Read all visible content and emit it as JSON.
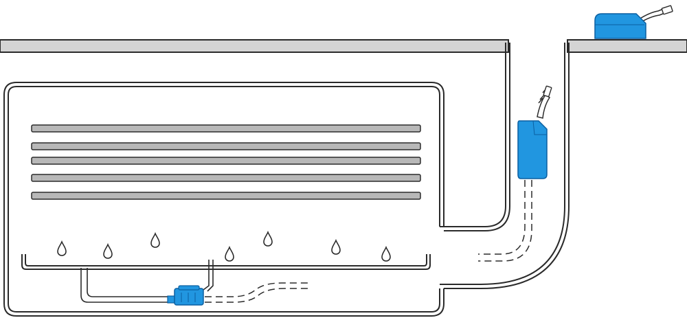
{
  "diagram": {
    "kind": "air-conditioner condensate drain pump installation",
    "labels": [],
    "components": [
      {
        "id": "ceiling-slab",
        "icon": "ceiling-slab"
      },
      {
        "id": "indoor-unit-casing",
        "icon": "cassette-unit"
      },
      {
        "id": "evaporator-coil-fins",
        "count": 5
      },
      {
        "id": "condensate-tray",
        "icon": "drip-tray"
      },
      {
        "id": "water-droplets",
        "count": 7
      },
      {
        "id": "reservoir-pump",
        "icon": "pump",
        "color": "#2196e0"
      },
      {
        "id": "wall-mounted-pump",
        "icon": "pump",
        "color": "#2196e0"
      },
      {
        "id": "roof-pump",
        "icon": "pump",
        "color": "#2196e0"
      },
      {
        "id": "drain-duct",
        "icon": "duct"
      }
    ],
    "colors": {
      "pump_blue": "#2196e0",
      "pump_blue_dark": "#0b5fa0",
      "fin_gray": "#b8b8b8",
      "slab_gray": "#d4d4d4",
      "outline": "#2a2a2a"
    }
  }
}
